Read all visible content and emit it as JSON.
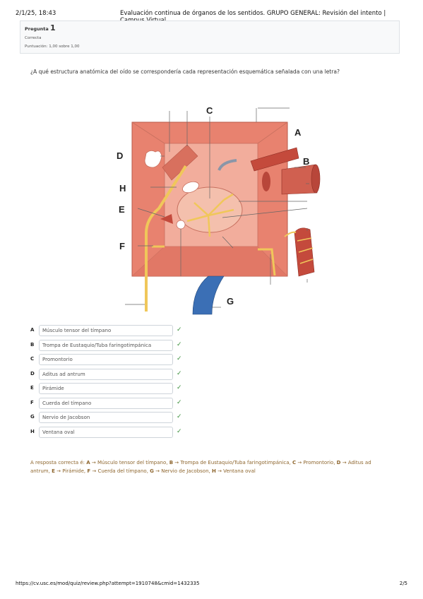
{
  "print_header": {
    "date": "2/1/25, 18:43",
    "title": "Evaluación continua de órganos de los sentidos. GRUPO GENERAL: Revisión del intento | Campus Virtual"
  },
  "info": {
    "question_label": "Pregunta",
    "question_number": "1",
    "state": "Correcta",
    "grade": "Puntuación: 1,00 sobre 1,00"
  },
  "question_text": "¿A qué estructura anatómica del oído se correspondería cada representación esquemática señalada con una letra?",
  "figure": {
    "letters": [
      "A",
      "B",
      "C",
      "D",
      "E",
      "F",
      "G",
      "H"
    ]
  },
  "answers": [
    {
      "letter": "A",
      "value": "Músculo tensor del tímpano",
      "status": "correct"
    },
    {
      "letter": "B",
      "value": "Trompa de Eustaquio/Tuba faringotimpánica",
      "status": "correct"
    },
    {
      "letter": "C",
      "value": "Promontorio",
      "status": "correct"
    },
    {
      "letter": "D",
      "value": "Aditus ad antrum",
      "status": "correct"
    },
    {
      "letter": "E",
      "value": "Pirámide",
      "status": "correct"
    },
    {
      "letter": "F",
      "value": "Cuerda del tímpano",
      "status": "correct"
    },
    {
      "letter": "G",
      "value": "Nervio de Jacobson",
      "status": "correct"
    },
    {
      "letter": "H",
      "value": "Ventana oval",
      "status": "correct"
    }
  ],
  "feedback": {
    "intro": "A resposta correcta é: ",
    "items": [
      {
        "letter": "A",
        "arrow": " → ",
        "text": "Músculo tensor del tímpano",
        "sep": ", "
      },
      {
        "letter": "B",
        "arrow": " → ",
        "text": "Trompa de Eustaquio/Tuba faringotimpánica",
        "sep": ", "
      },
      {
        "letter": "C",
        "arrow": " → ",
        "text": "Promontorio",
        "sep": ", "
      },
      {
        "letter": "D",
        "arrow": " → ",
        "text": "Aditus ad antrum",
        "sep": ", "
      },
      {
        "letter": "E",
        "arrow": " → ",
        "text": "Pirámide",
        "sep": ", "
      },
      {
        "letter": "F",
        "arrow": " → ",
        "text": "Cuerda del tímpano",
        "sep": ", "
      },
      {
        "letter": "G",
        "arrow": " → ",
        "text": "Nervio de Jacobson",
        "sep": ", "
      },
      {
        "letter": "H",
        "arrow": " → ",
        "text": "Ventana oval",
        "sep": ""
      }
    ]
  },
  "print_footer": {
    "url": "https://cv.usc.es/mod/quiz/review.php?attempt=1910748&cmid=1432335",
    "page": "2/5"
  },
  "colors": {
    "correct": "#3a8f3a",
    "feedback": "#8e662e",
    "tissue": "#e8826f",
    "tissue_light": "#f2ad9c",
    "nerve": "#f0c75a",
    "vein": "#3b6fb5",
    "artery": "#c44a3c"
  }
}
